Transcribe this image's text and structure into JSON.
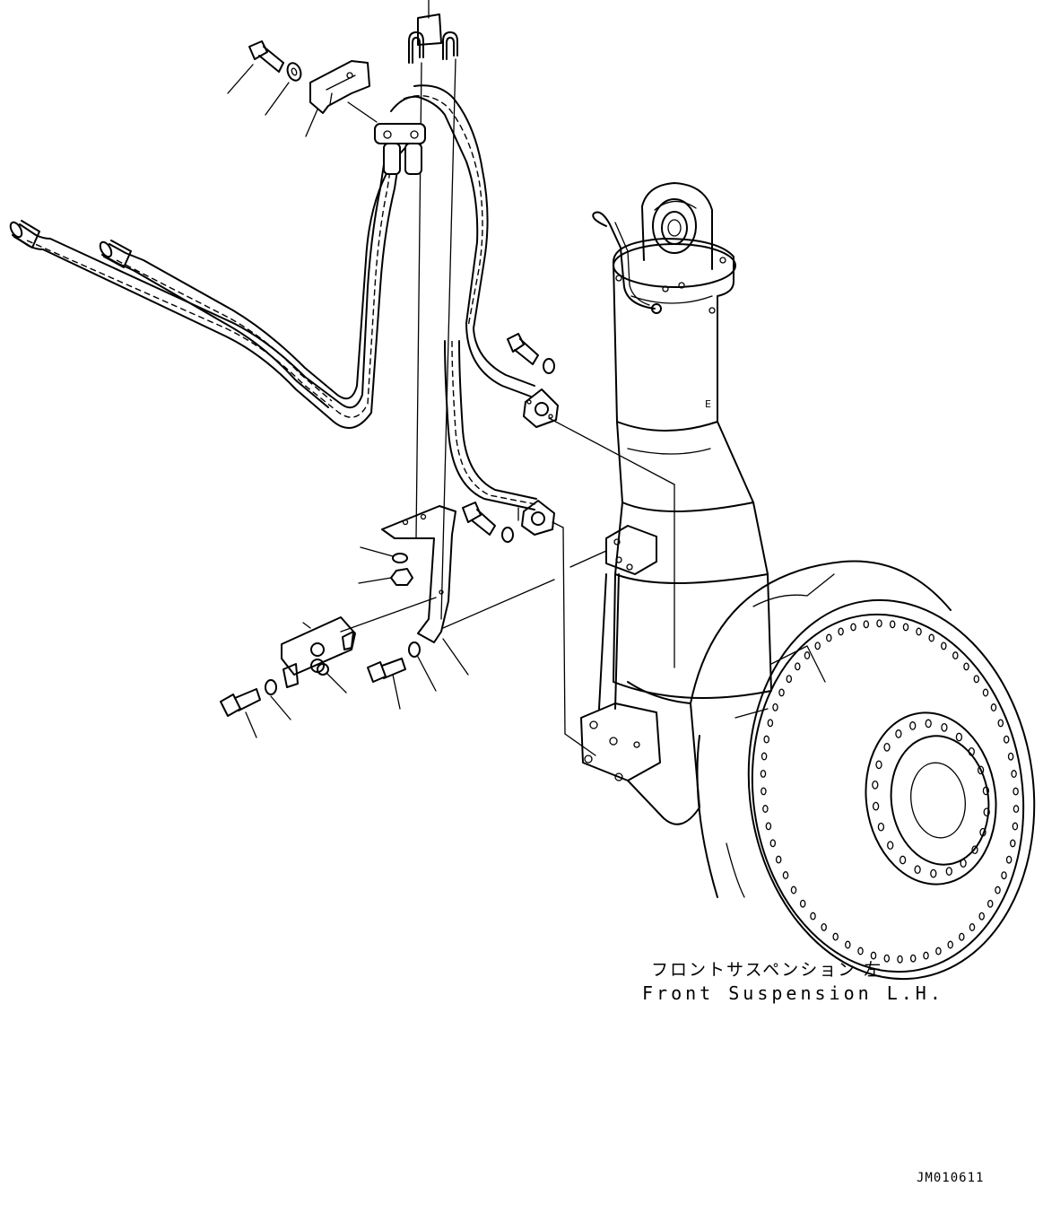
{
  "caption": {
    "japanese": "フロントサスペンション 左",
    "english": "Front Suspension L.H."
  },
  "drawing_id": "JM010611",
  "colors": {
    "line": "#000000",
    "background": "#ffffff"
  }
}
